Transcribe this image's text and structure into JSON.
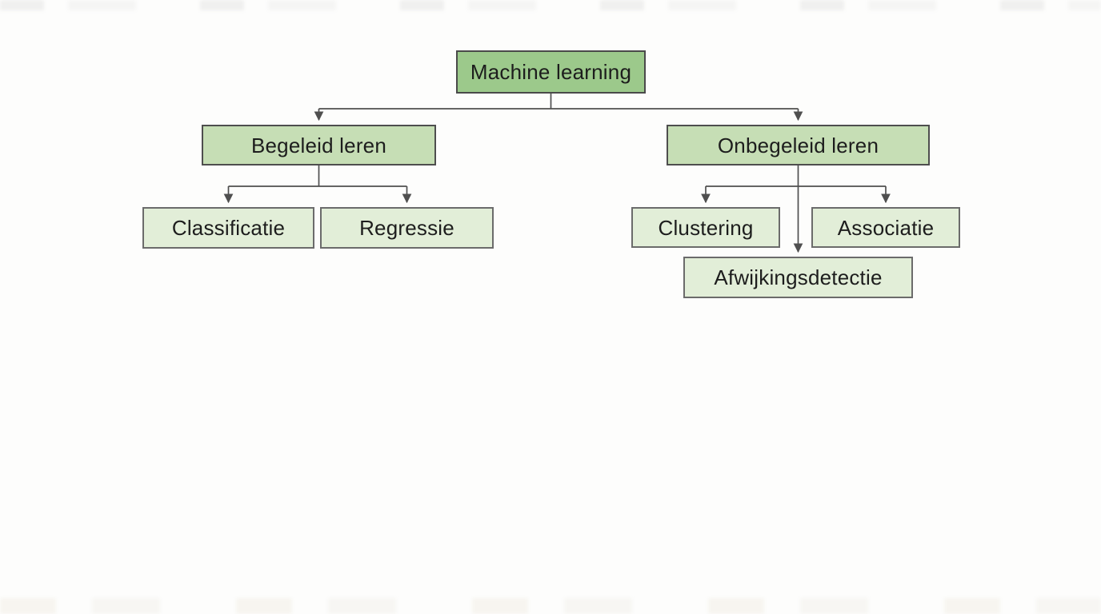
{
  "diagram": {
    "type": "tree",
    "language": "nl",
    "background": "#fdfdfc",
    "nodes": {
      "root": {
        "label": "Machine learning",
        "level": 1
      },
      "supervised": {
        "label": "Begeleid leren",
        "level": 2,
        "parent": "root"
      },
      "unsupervised": {
        "label": "Onbegeleid leren",
        "level": 2,
        "parent": "root"
      },
      "classification": {
        "label": "Classificatie",
        "level": 3,
        "parent": "supervised"
      },
      "regression": {
        "label": "Regressie",
        "level": 3,
        "parent": "supervised"
      },
      "clustering": {
        "label": "Clustering",
        "level": 3,
        "parent": "unsupervised"
      },
      "association": {
        "label": "Associatie",
        "level": 3,
        "parent": "unsupervised"
      },
      "anomaly": {
        "label": "Afwijkingsdetectie",
        "level": 3,
        "parent": "unsupervised"
      }
    },
    "edges": [
      {
        "from": "root",
        "to": "supervised",
        "arrow": true
      },
      {
        "from": "root",
        "to": "unsupervised",
        "arrow": true
      },
      {
        "from": "supervised",
        "to": "classification",
        "arrow": true
      },
      {
        "from": "supervised",
        "to": "regression",
        "arrow": true
      },
      {
        "from": "unsupervised",
        "to": "clustering",
        "arrow": true
      },
      {
        "from": "unsupervised",
        "to": "association",
        "arrow": true
      },
      {
        "from": "unsupervised",
        "to": "anomaly",
        "arrow": true
      }
    ],
    "colors": {
      "level1_fill": "#9cc98b",
      "level2_fill": "#c6deb5",
      "level3_fill": "#e2eed8",
      "box_border": "#4e4e4e",
      "connector": "#4f4f4f",
      "text": "#1d1d1d"
    }
  }
}
